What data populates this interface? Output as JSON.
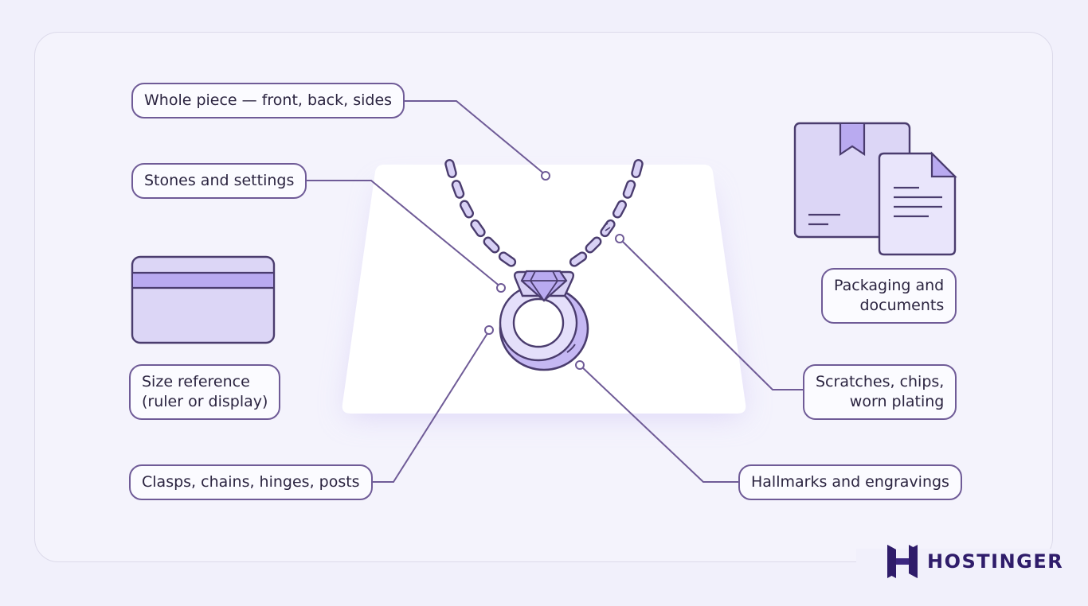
{
  "labels": {
    "whole_piece": "Whole piece — front, back, sides",
    "stones": "Stones and settings",
    "size_reference": [
      "Size reference",
      "(ruler or display)"
    ],
    "clasps": "Clasps, chains, hinges, posts",
    "packaging": [
      "Packaging and",
      "documents"
    ],
    "scratches": [
      "Scratches, chips,",
      "worn plating"
    ],
    "hallmarks": "Hallmarks and engravings"
  },
  "brand": {
    "name": "HOSTINGER",
    "logo_icon": "hostinger-h-logo-icon"
  },
  "colors": {
    "accent": "#6f5b97",
    "fill_light": "#dcd6f6",
    "fill_mid": "#b9aaf0",
    "stroke_dark": "#4a3c6e",
    "brand_dark": "#2f1c6a",
    "background": "#f1f0fb"
  }
}
